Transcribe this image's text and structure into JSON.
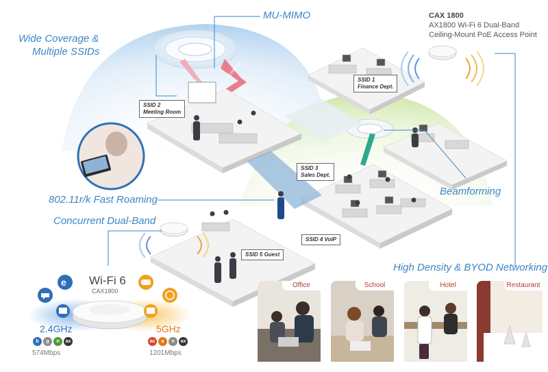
{
  "product": {
    "model": "CAX 1800",
    "desc_line1": "AX1800 Wi-Fi 6 Dual-Band",
    "desc_line2": "Ceiling-Mount PoE Access Point"
  },
  "features": {
    "wide_coverage_l1": "Wide Coverage &",
    "wide_coverage_l2": "Multiple SSIDs",
    "mu_mimo": "MU-MIMO",
    "fast_roaming": "802.11r/k Fast Roaming",
    "dual_band": "Concurrent Dual-Band",
    "beamforming": "Beamforming",
    "high_density": "High Density & BYOD Networking"
  },
  "ssids": {
    "ssid1_l1": "SSID 1",
    "ssid1_l2": "Finance Dept.",
    "ssid2_l1": "SSID 2",
    "ssid2_l2": "Meeting Room",
    "ssid3_l1": "SSID 3",
    "ssid3_l2": "Sales Dept.",
    "ssid4": "SSID 4 VoIP",
    "ssid5": "SSID 5 Guest"
  },
  "stream_labels": {
    "a": "STREAM",
    "b": "STREAM"
  },
  "device": {
    "standard": "Wi-Fi 6",
    "model": "CAX1800",
    "band1": "2.4GHz",
    "band1_speed": "574Mbps",
    "band1_modes": [
      "b",
      "g",
      "n",
      "ax"
    ],
    "band2": "5GHz",
    "band2_speed": "1201Mbps",
    "band2_modes": [
      "ac",
      "a",
      "n",
      "ax"
    ]
  },
  "venues": [
    "Office",
    "School",
    "Hotel",
    "Restaurant"
  ],
  "colors": {
    "accent": "#3b86c6",
    "band24": "#2f6fb8",
    "band5": "#e07a13",
    "venue": "#b23a2e"
  }
}
